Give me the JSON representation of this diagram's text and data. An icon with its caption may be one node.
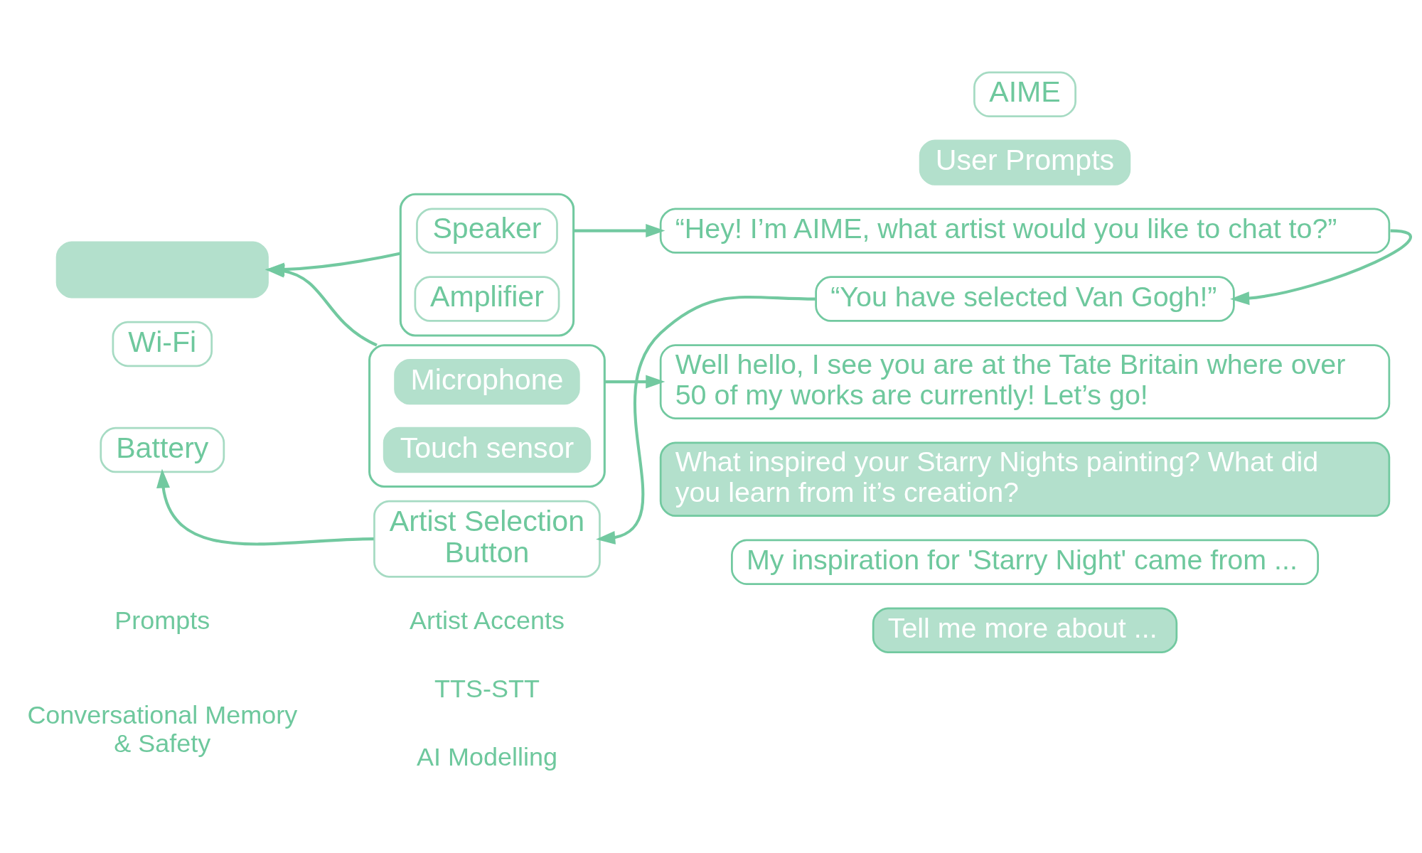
{
  "diagram": {
    "nodes": [
      {
        "text": [],
        "shape": "box"
      },
      {
        "text": [
          "Wi-Fi"
        ]
      },
      {
        "text": [
          "Battery"
        ]
      },
      {
        "text": [],
        "shape": "box"
      },
      {
        "text": [
          "Speaker"
        ],
        "in": 3
      },
      {
        "text": [
          "Amplifier"
        ],
        "in": 3
      },
      {
        "text": [],
        "shape": "box"
      },
      {
        "text": [
          "Microphone"
        ],
        "in": 6
      },
      {
        "text": [
          "Touch sensor"
        ],
        "in": 6
      },
      {
        "text": [
          "Artist Selection Button"
        ]
      },
      {
        "text": [
          "AIME"
        ]
      },
      {
        "text": [
          "User Prompts"
        ]
      },
      {
        "text": [
          "“Hey! I’m AIME, what artist would you like to chat to?”"
        ]
      },
      {
        "text": [
          "“You have selected Van Gogh!”"
        ]
      },
      {
        "text": [
          "Well hello, I see you are at the Tate Britain where over 50 of my works are currently! Let’s go!"
        ]
      },
      {
        "text": [
          "What inspired your Starry Nights painting? What did you learn from it’s creation?"
        ]
      },
      {
        "text": [
          "My inspiration for 'Starry Night' came from ..."
        ]
      },
      {
        "text": [
          "Tell me more about ..."
        ]
      }
    ],
    "edges": [
      {
        "from": 3,
        "to": 0,
        "arrow": "to"
      },
      {
        "from": 6,
        "to": 0,
        "arrow": "to"
      },
      {
        "from": 3,
        "to": 12,
        "arrow": "to"
      },
      {
        "from": 12,
        "to": 13,
        "arrow": "to"
      },
      {
        "from": 13,
        "to": 9,
        "arrow": "to"
      },
      {
        "from": 6,
        "to": 14,
        "arrow": "to"
      },
      {
        "from": 9,
        "to": 2,
        "arrow": "to"
      }
    ],
    "labels": [
      "Prompts",
      "Artist Accents",
      "TTS-STT",
      "Conversational Memory & Safety",
      "AI Modelling"
    ]
  }
}
